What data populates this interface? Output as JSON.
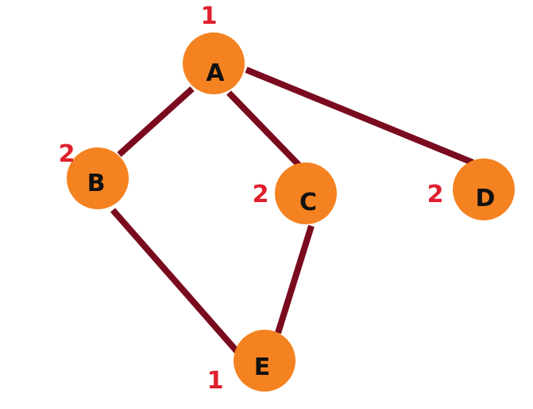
{
  "colors": {
    "node_fill": "#F58220",
    "edge": "#7A0A1E",
    "node_text": "#111111",
    "number_text": "#E0202E",
    "background": "#FFFFFF"
  },
  "nodes": [
    {
      "id": "A",
      "label": "A",
      "number": "1"
    },
    {
      "id": "B",
      "label": "B",
      "number": "2"
    },
    {
      "id": "C",
      "label": "C",
      "number": "2"
    },
    {
      "id": "D",
      "label": "D",
      "number": "2"
    },
    {
      "id": "E",
      "label": "E",
      "number": "1"
    }
  ],
  "edges": [
    {
      "from": "A",
      "to": "B"
    },
    {
      "from": "A",
      "to": "C"
    },
    {
      "from": "A",
      "to": "D"
    },
    {
      "from": "B",
      "to": "E"
    },
    {
      "from": "C",
      "to": "E"
    }
  ]
}
